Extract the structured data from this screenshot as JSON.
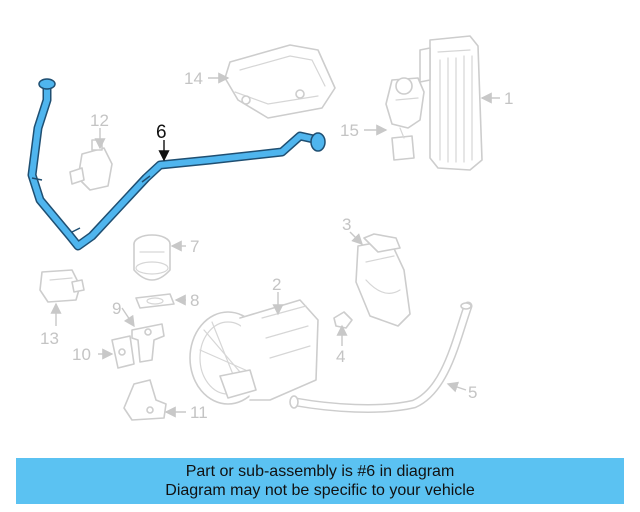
{
  "diagram": {
    "highlighted_part": "6",
    "callouts": [
      "1",
      "2",
      "3",
      "4",
      "5",
      "6",
      "7",
      "8",
      "9",
      "10",
      "11",
      "12",
      "13",
      "14",
      "15"
    ],
    "highlight_color": "#4fb5ee",
    "line_color": "#cdcdcd"
  },
  "banner": {
    "line1": "Part or sub-assembly is #6 in diagram",
    "line2": "Diagram may not be specific to your vehicle",
    "background": "#5bc2f2"
  }
}
